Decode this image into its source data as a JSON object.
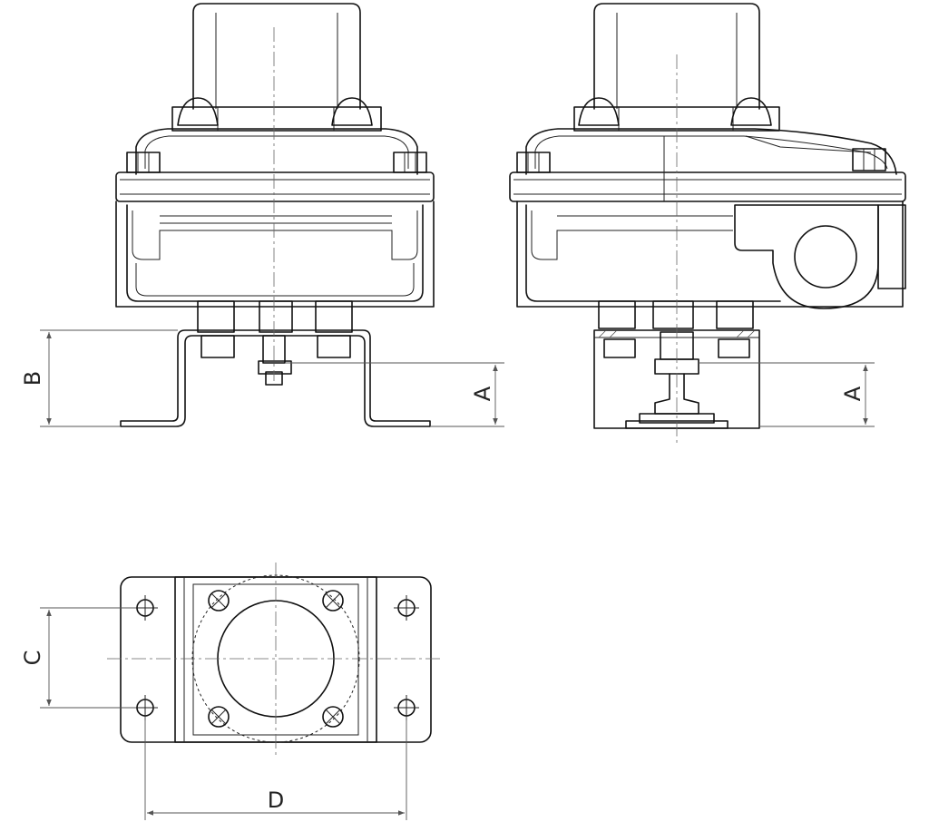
{
  "drawing": {
    "dimensions": {
      "a_front": "A",
      "a_side": "A",
      "b": "B",
      "c": "C",
      "d": "D"
    },
    "colors": {
      "line": "#111111",
      "dimension": "#555555",
      "background": "#ffffff"
    }
  }
}
